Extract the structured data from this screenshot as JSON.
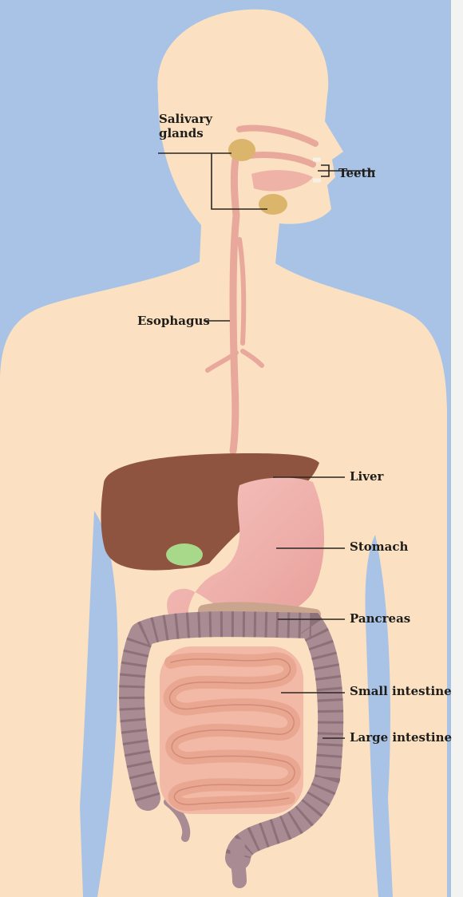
{
  "labels": {
    "salivary_glands": "Salivary\nglands",
    "teeth": "Teeth",
    "esophagus": "Esophagus",
    "liver": "Liver",
    "stomach": "Stomach",
    "pancreas": "Pancreas",
    "small_intestine": "Small intestine",
    "large_intestine": "Large intestine"
  },
  "colors": {
    "background": "#a9c3e6",
    "body": "#fbe1c2",
    "liver": "#8e5440",
    "stomach": "#efb0ab",
    "gallbladder": "#a8d88a",
    "large_intestine": "#a88b93",
    "small_intestine": "#e9a792",
    "esophagus": "#e8a89b",
    "salivary_glands": "#dcb56c",
    "pancreas": "#c9a58e"
  }
}
